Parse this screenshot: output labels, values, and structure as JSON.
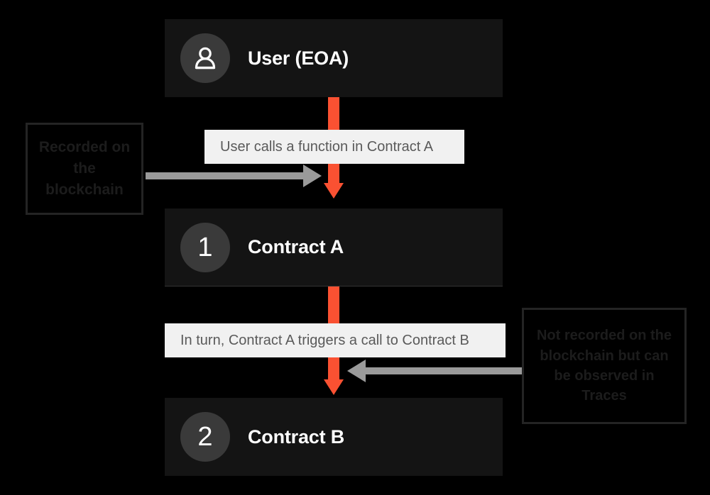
{
  "diagram": {
    "background_color": "#000000",
    "accent_color": "#fa5132",
    "card_color": "#141414",
    "caption_color": "#f1f1f1",
    "gray_arrow_color": "#9a9a9a",
    "nodes": [
      {
        "id": "user",
        "badge_kind": "person-icon",
        "badge_text": "",
        "label": "User (EOA)"
      },
      {
        "id": "contract-a",
        "badge_kind": "number",
        "badge_text": "1",
        "label": "Contract A"
      },
      {
        "id": "contract-b",
        "badge_kind": "number",
        "badge_text": "2",
        "label": "Contract B"
      }
    ],
    "captions": [
      {
        "id": "caption-1",
        "text": "User calls a function in Contract A"
      },
      {
        "id": "caption-2",
        "text": "In turn, Contract A triggers a call to Contract B"
      }
    ],
    "annotations": [
      {
        "id": "annotation-left",
        "lines": "Recorded on the blockchain",
        "points_to": "user-to-contract-a-arrow",
        "direction": "right"
      },
      {
        "id": "annotation-right",
        "lines": "Not recorded on the blockchain but can be observed in Traces",
        "points_to": "contract-a-to-contract-b-arrow",
        "direction": "left"
      }
    ]
  }
}
